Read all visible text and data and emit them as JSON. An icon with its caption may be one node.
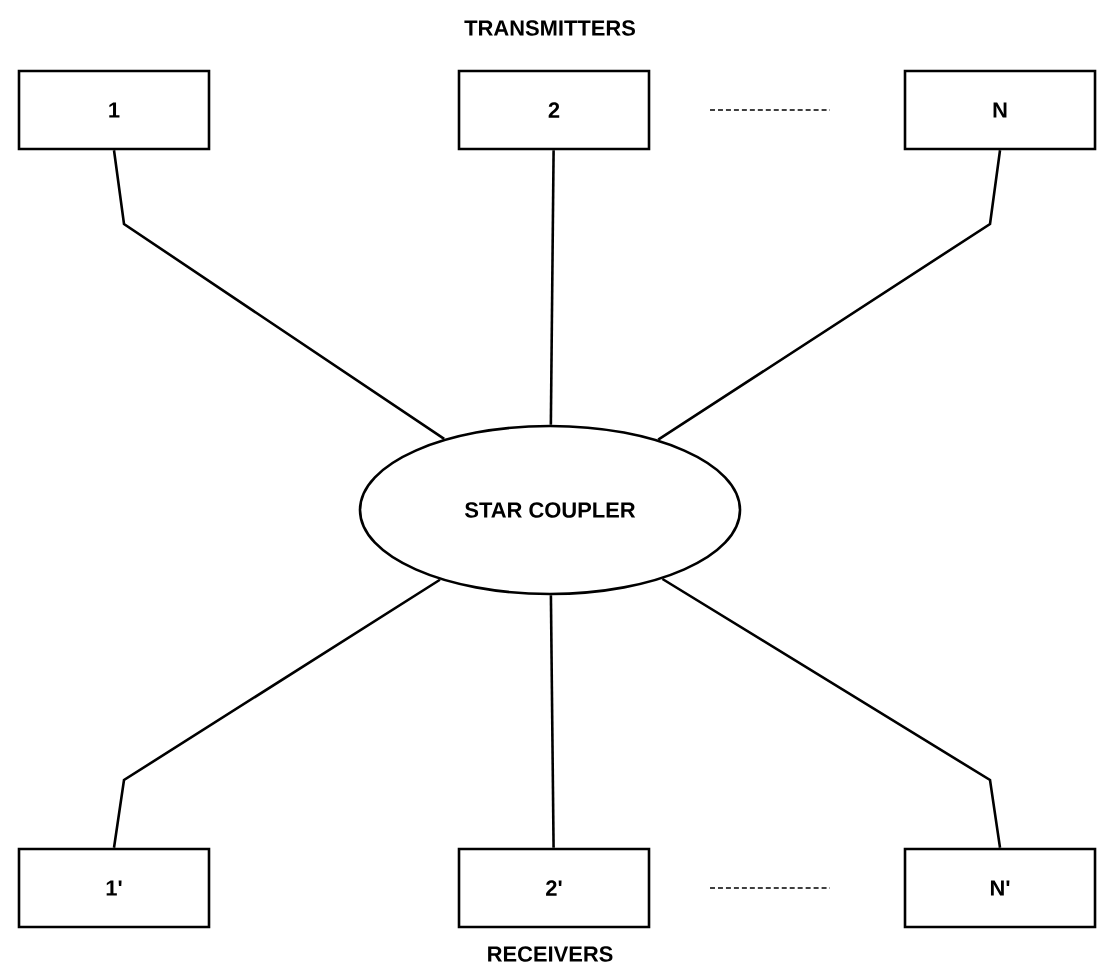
{
  "diagram": {
    "nodes": [
      {
        "text": [
          "1"
        ]
      },
      {
        "text": [
          "2"
        ]
      },
      {
        "text": [
          "N"
        ]
      },
      {
        "text": [
          "STAR COUPLER"
        ]
      },
      {
        "text": [
          "1'"
        ]
      },
      {
        "text": [
          "2'"
        ]
      },
      {
        "text": [
          "N'"
        ]
      }
    ],
    "edges": [
      {
        "from": 0,
        "to": 3,
        "arrow": "none"
      },
      {
        "from": 1,
        "to": 3,
        "arrow": "none"
      },
      {
        "from": 2,
        "to": 3,
        "arrow": "none"
      },
      {
        "from": 3,
        "to": 4,
        "arrow": "none"
      },
      {
        "from": 3,
        "to": 5,
        "arrow": "none"
      },
      {
        "from": 3,
        "to": 6,
        "arrow": "none"
      }
    ],
    "labels": [
      "TRANSMITTERS",
      "RECEIVERS"
    ]
  }
}
